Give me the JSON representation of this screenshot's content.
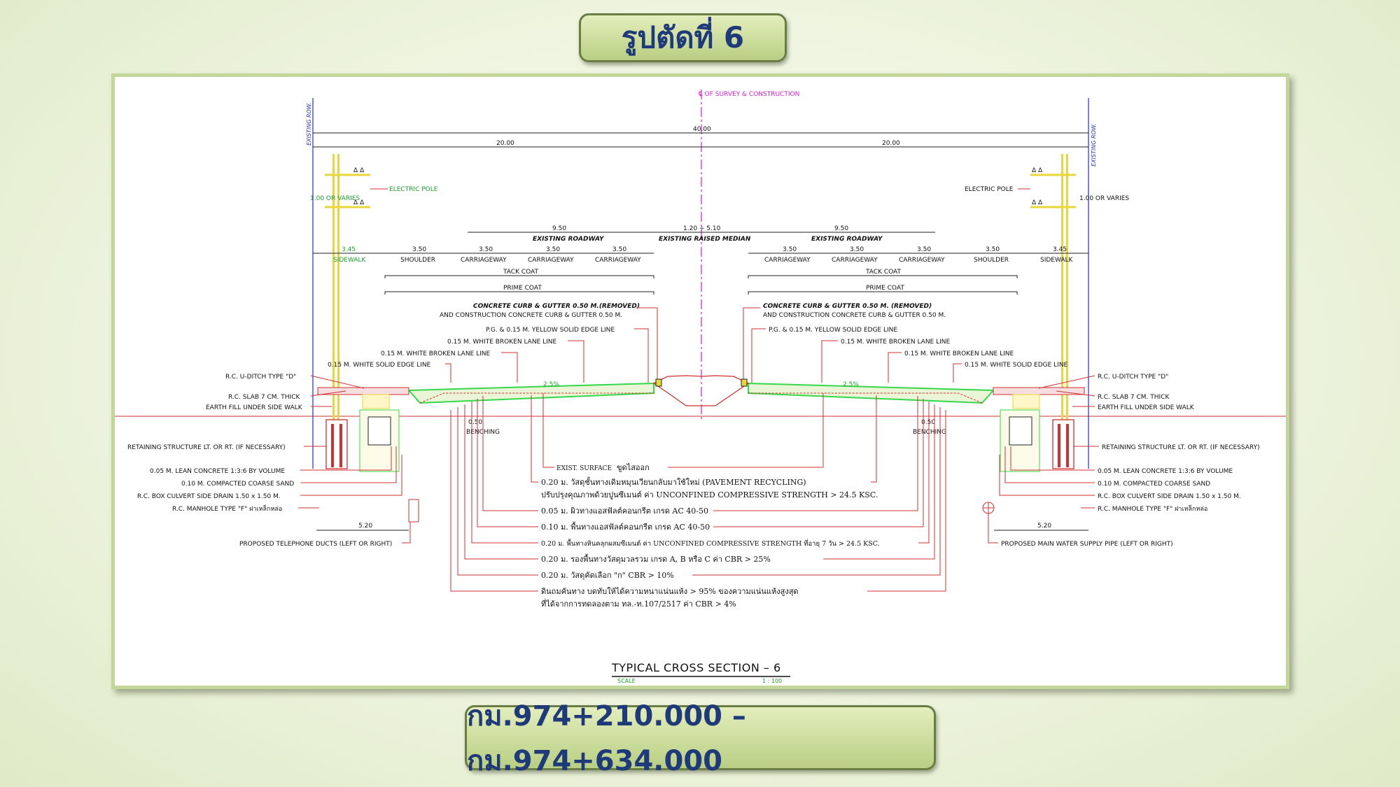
{
  "header": {
    "title": "รูปตัดที่ 6"
  },
  "footer": {
    "station": "กม.974+210.000 – กม.974+634.000"
  },
  "drawing": {
    "centerline": "℄ OF SURVEY & CONSTRUCTION",
    "row": "EXISTING ROW.",
    "dims": {
      "total": "40.00",
      "half": "20.00",
      "w950": "9.50",
      "median": "1.20 ÷ 5.10",
      "w350": "3.50",
      "w345": "3.45",
      "w520": "5.20",
      "benching": "0.50",
      "pole_offset": "1.00 OR VARIES"
    },
    "labels": {
      "existing_roadway": "EXISTING ROADWAY",
      "existing_median": "EXISTING RAISED MEDIAN",
      "shoulder": "SHOULDER",
      "carriageway": "CARRIAGEWAY",
      "sidewalk": "SIDEWALK",
      "tack_coat": "TACK COAT",
      "prime_coat": "PRIME COAT",
      "electric_pole": "ELECTRIC POLE",
      "curb_removed": "CONCRETE CURB & GUTTER 0.50 M.(REMOVED)",
      "curb_new": "AND CONSTRUCTION CONCRETE CURB & GUTTER 0.50 M.",
      "curb_removed_r": "CONCRETE CURB & GUTTER 0.50 M. (REMOVED)",
      "yellow_edge": "P.G. & 0.15 M. YELLOW SOLID EDGE LINE",
      "white_broken": "0.15 M. WHITE BROKEN LANE LINE",
      "white_solid": "0.15 M. WHITE SOLID EDGE LINE",
      "slope": "2.5%",
      "u_ditch": "R.C. U-DITCH TYPE \"D\"",
      "slab": "R.C. SLAB 7 CM. THICK",
      "earth_fill": "EARTH FILL UNDER SIDE WALK",
      "benching": "BENCHING",
      "retaining_l": "RETAINING STRUCTURE LT. OR RT. (IF NECESSARY)",
      "retaining_r": "RETAINING STRUCTURE LT. OR RT. (IF NECESSARY)",
      "lean_concrete": "0.05 M. LEAN CONCRETE 1:3:6 BY VOLUME",
      "coarse_sand": "0.10 M. COMPACTED COARSE SAND",
      "box_culvert": "R.C. BOX CULVERT SIDE DRAIN 1.50 x 1.50 M.",
      "manhole": "R.C. MANHOLE TYPE \"F\" ฝาเหล็กหล่อ",
      "telephone": "PROPOSED TELEPHONE DUCTS (LEFT OR RIGHT)",
      "water": "PROPOSED MAIN WATER SUPPLY PIPE (LEFT OR RIGHT)",
      "exist_surface": "EXIST. SURFACE",
      "exist_surface_th": "ขูดไสออก"
    },
    "layers": [
      "0.20 ม. วัสดุชั้นทางเดิมหมุนเวียนกลับมาใช้ใหม่ (PAVEMENT RECYCLING)",
      "ปรับปรุงคุณภาพด้วยปูนซีเมนต์ ค่า UNCONFINED COMPRESSIVE STRENGTH > 24.5 KSC.",
      "0.05 ม. ผิวทางแอสฟัลต์คอนกรีต เกรด AC 40-50",
      "0.10 ม. พื้นทางแอสฟัลต์คอนกรีต เกรด AC 40-50",
      "0.20 ม. พื้นทางหินคลุกผสมซีเมนต์ ค่า UNCONFINED COMPRESSIVE STRENGTH ที่อายุ 7 วัน > 24.5 KSC.",
      "0.20 ม. รองพื้นทางวัสดุมวลรวม เกรด A, B หรือ C ค่า CBR > 25%",
      "0.20 ม. วัสดุคัดเลือก \"ก\" CBR > 10%",
      "ดินถมคันทาง บดทับให้ได้ความหนาแน่นแห้ง > 95% ของความแน่นแห้งสูงสุด",
      "ที่ได้จากการทดลองตาม ทล.-ท.107/2517 ค่า CBR > 4%"
    ],
    "sheet_title": "TYPICAL CROSS SECTION – 6",
    "scale_label": "SCALE",
    "scale_value": "1 : 100"
  },
  "colors": {
    "badge_text": "#1f3a7a",
    "leader": "#d03030",
    "centerline": "#d21fd2",
    "pavement": "#35d84a",
    "pole": "#e8d63a",
    "row": "#2233bb"
  }
}
